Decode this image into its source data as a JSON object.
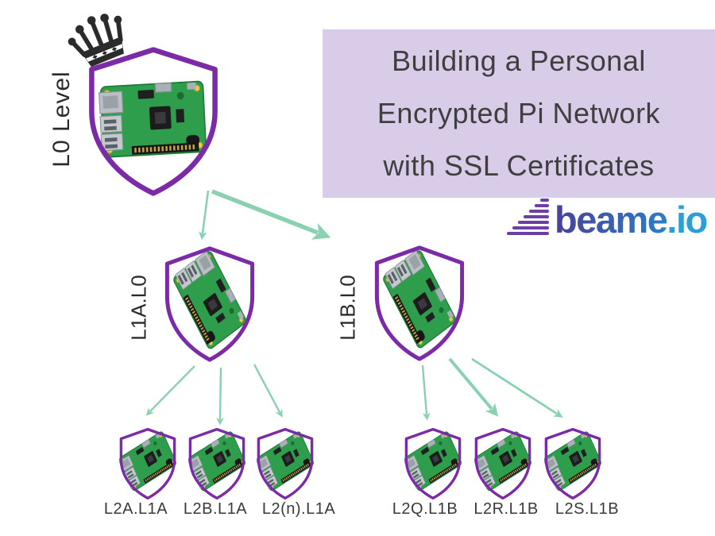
{
  "title": {
    "line1": "Building a Personal",
    "line2": "Encrypted Pi Network",
    "line3": "with SSL Certificates"
  },
  "brand": {
    "name": "beame",
    "tld": ".io"
  },
  "nodes": {
    "root": {
      "label": "L0 Level"
    },
    "level1": [
      {
        "label": "L1A.L0"
      },
      {
        "label": "L1B.L0"
      }
    ],
    "level2_left": [
      {
        "label": "L2A.L1A"
      },
      {
        "label": "L2B.L1A"
      },
      {
        "label": "L2(n).L1A"
      }
    ],
    "level2_right": [
      {
        "label": "L2Q.L1B"
      },
      {
        "label": "L2R.L1B"
      },
      {
        "label": "L2S.L1B"
      }
    ]
  },
  "colors": {
    "shield_purple": "#7b2ba6",
    "arrow_green": "#8ad1b2",
    "title_bg": "#d8cce8",
    "logo_purple": "#6b3fa4",
    "logo_blue_dark": "#4a4099",
    "logo_blue": "#2b9fd8",
    "pcb_green": "#2f9e4c",
    "text_dark": "#3f3f3f",
    "crown_black": "#2b2b2b"
  }
}
